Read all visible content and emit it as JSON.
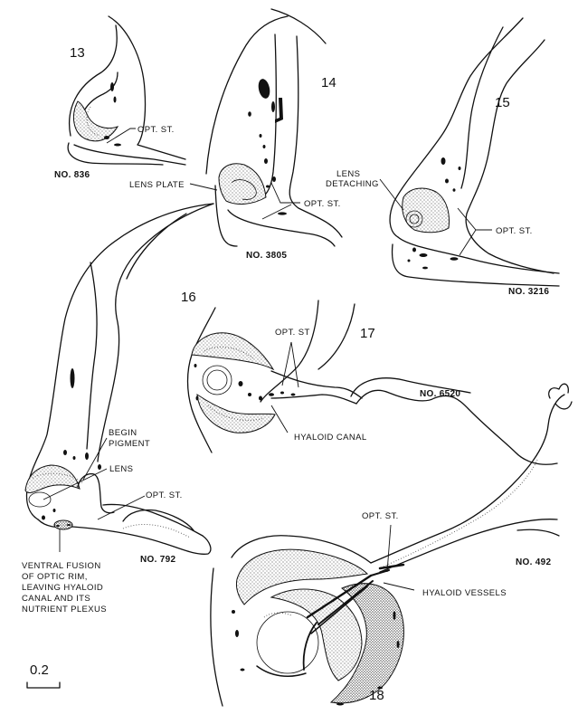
{
  "figures": [
    {
      "stage": "13",
      "specimen": "NO. 836"
    },
    {
      "stage": "14",
      "specimen": "NO. 3805"
    },
    {
      "stage": "15",
      "specimen": "NO. 3216"
    },
    {
      "stage": "16",
      "specimen": "NO. 792"
    },
    {
      "stage": "17",
      "specimen": "NO. 6520"
    },
    {
      "stage": "18",
      "specimen": "NO. 492"
    }
  ],
  "labels": {
    "opt_st": "OPT. ST.",
    "opt_st_nodot": "OPT. ST",
    "lens_plate": "LENS PLATE",
    "lens_detaching": [
      "LENS",
      "DETACHING"
    ],
    "begin_pigment": [
      "BEGIN",
      "PIGMENT"
    ],
    "lens": "LENS",
    "hyaloid_canal": "HYALOID CANAL",
    "hyaloid_vessels": "HYALOID VESSELS",
    "ventral_fusion": [
      "VENTRAL FUSION",
      "OF OPTIC RIM,",
      "LEAVING HYALOID",
      "CANAL AND ITS",
      "NUTRIENT PLEXUS"
    ]
  },
  "scale_bar": {
    "value": "0.2"
  }
}
